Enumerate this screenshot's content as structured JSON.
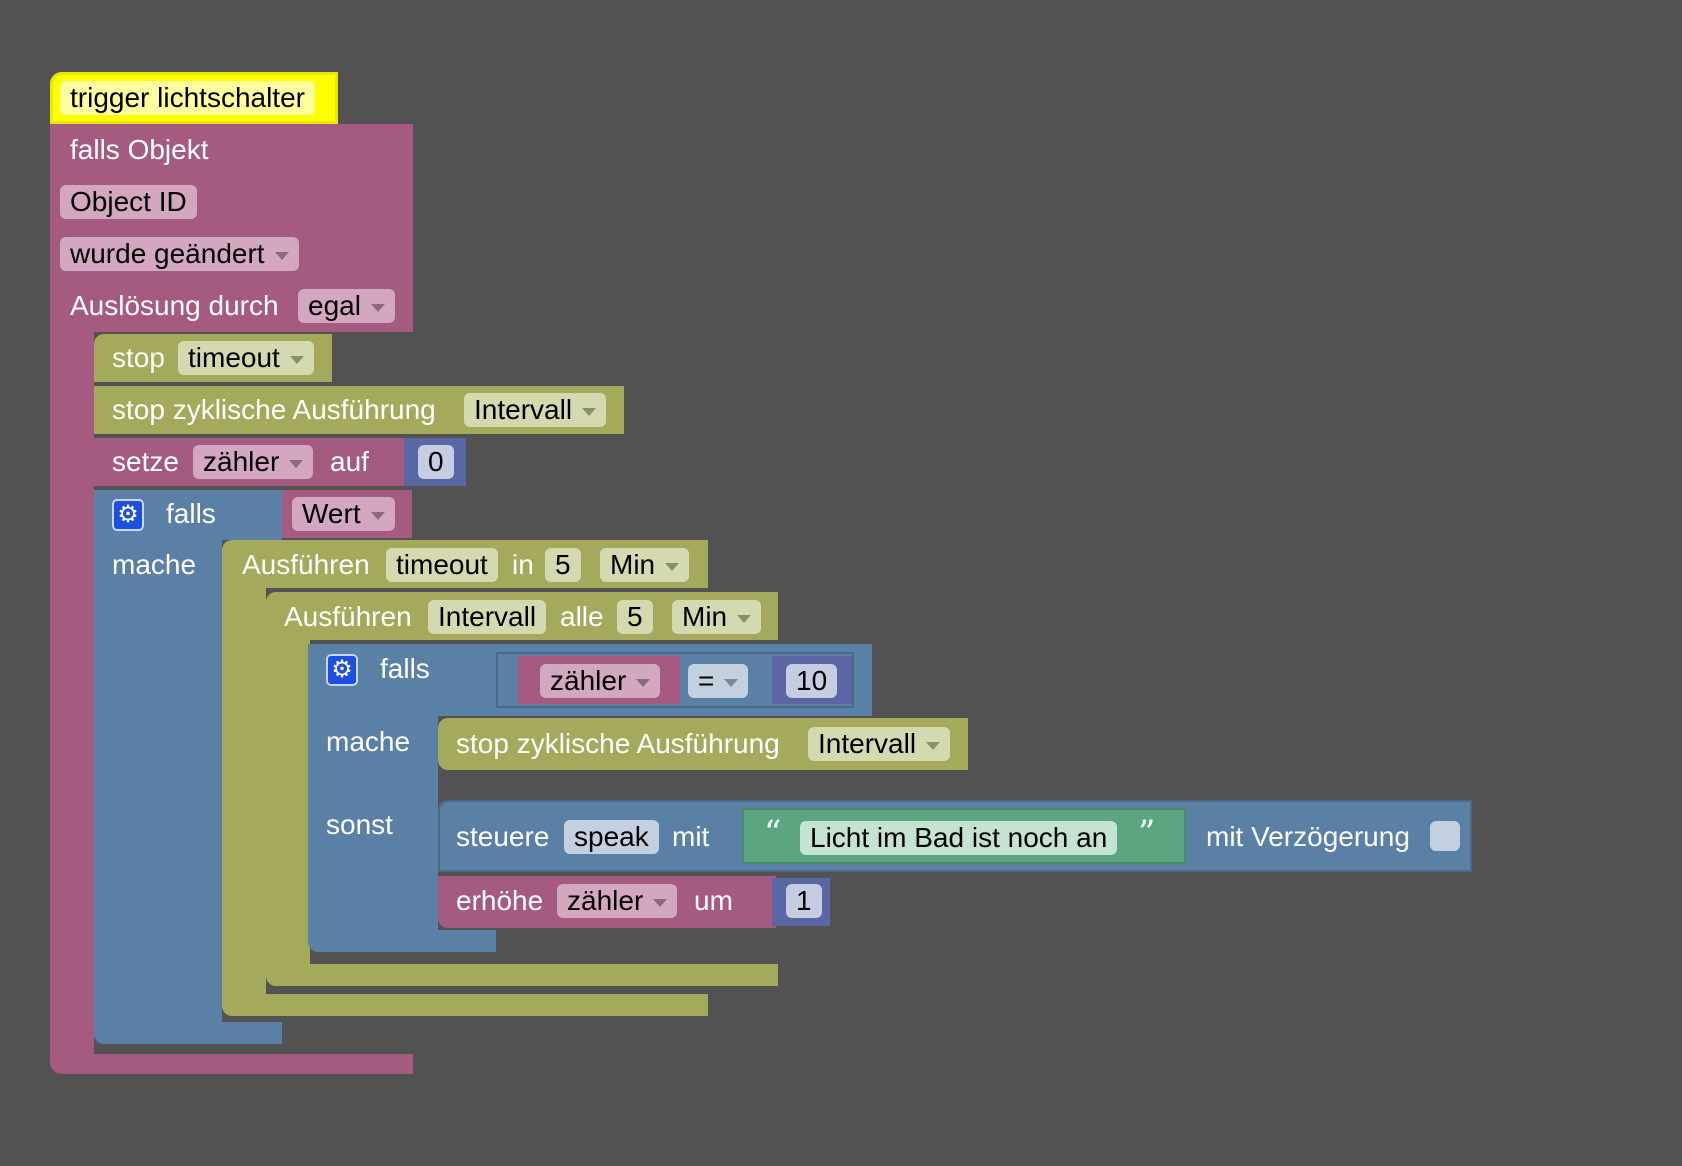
{
  "hat": {
    "label": "trigger lichtschalter"
  },
  "trigger": {
    "title": "falls Objekt",
    "object_id": "Object ID",
    "change_option": "wurde geändert",
    "trigger_by_label": "Auslösung durch",
    "trigger_by_value": "egal"
  },
  "stop_timeout": {
    "label": "stop",
    "value": "timeout"
  },
  "stop_interval": {
    "label": "stop zyklische Ausführung",
    "value": "Intervall"
  },
  "set_var": {
    "label": "setze",
    "var": "zähler",
    "auf": "auf",
    "value": "0"
  },
  "if_outer": {
    "falls": "falls",
    "cond": "Wert",
    "mache": "mache"
  },
  "timeout_block": {
    "label": "Ausführen",
    "name": "timeout",
    "in": "in",
    "value": "5",
    "unit": "Min"
  },
  "interval_block": {
    "label": "Ausführen",
    "name": "Intervall",
    "alle": "alle",
    "value": "5",
    "unit": "Min"
  },
  "if_inner": {
    "falls": "falls",
    "var": "zähler",
    "op": "=",
    "value": "10",
    "mache": "mache",
    "sonst": "sonst"
  },
  "stop_interval_inner": {
    "label": "stop zyklische Ausführung",
    "value": "Intervall"
  },
  "steuere": {
    "label": "steuere",
    "target": "speak",
    "mit": "mit",
    "text": "Licht im Bad ist noch an",
    "delay_label": "mit Verzögerung"
  },
  "increment": {
    "label": "erhöhe",
    "var": "zähler",
    "um": "um",
    "value": "1"
  },
  "colors": {
    "event": "#a55b80",
    "timer": "#a5a95b",
    "logic": "#5b80a5",
    "math": "#5b67a5",
    "text": "#5ba580",
    "hat": "#ffff00",
    "background": "#525252"
  }
}
